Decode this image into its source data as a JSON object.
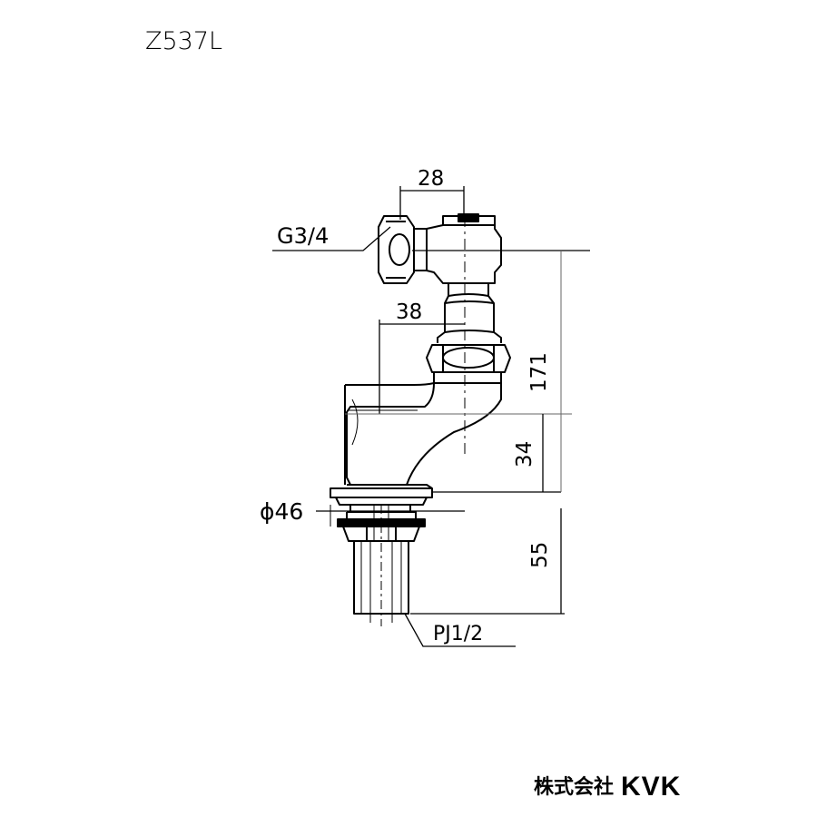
{
  "title": {
    "model": "Z537L"
  },
  "dimensions": {
    "width_top": "28",
    "inlet_thread": "G3/4",
    "offset": "38",
    "total_height": "171",
    "spout_height": "34",
    "base_diameter": "ϕ46",
    "shank_length": "55",
    "outlet_thread": "PJ1/2"
  },
  "branding": {
    "company": "株式会社",
    "logo": "KVK"
  },
  "colors": {
    "ink": "#000000",
    "background": "#ffffff",
    "leader": "#666666"
  }
}
